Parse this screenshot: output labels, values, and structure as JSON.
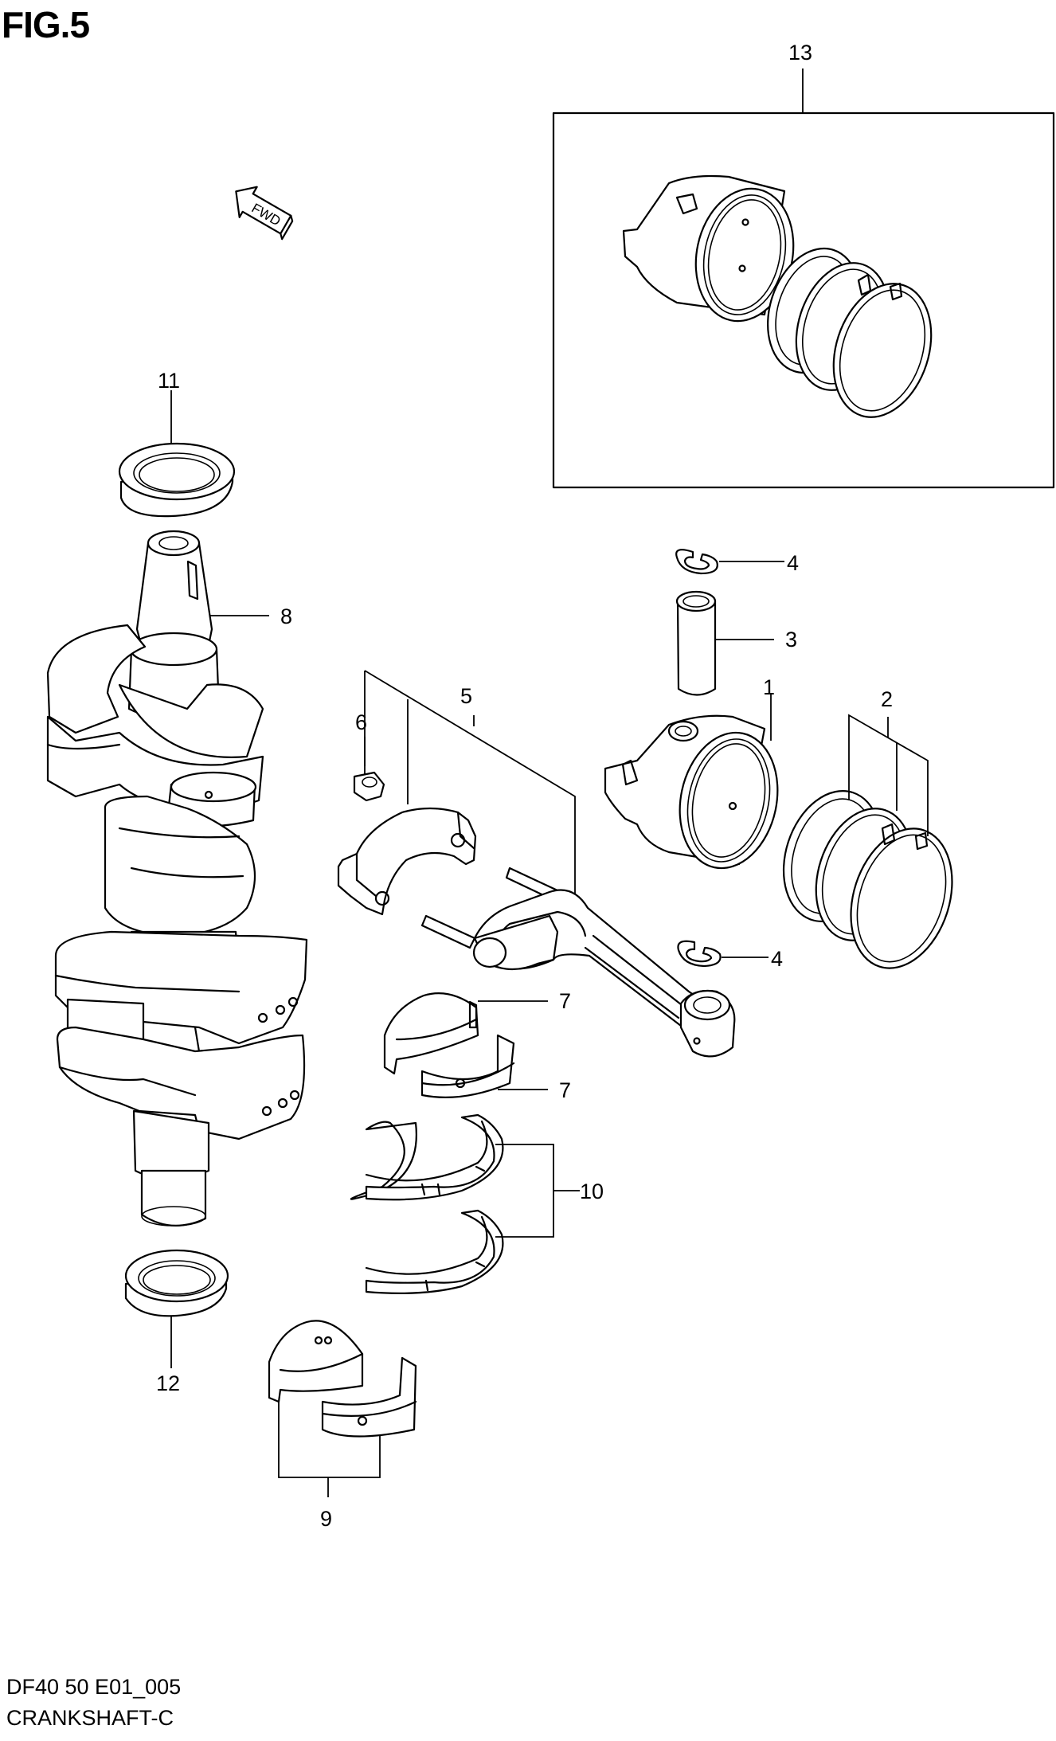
{
  "figure": {
    "title": "FIG.5"
  },
  "footer": {
    "model_code": "DF40 50 E01_005",
    "section_name": "CRANKSHAFT-C"
  },
  "fwd_arrow": {
    "label": "FWD"
  },
  "callouts": {
    "piston": "1",
    "piston_rings": "2",
    "piston_pin": "3",
    "pin_circlip_upper": "4",
    "pin_circlip_lower": "4",
    "conrod": "5",
    "conrod_nut": "6",
    "conrod_bearing_upper": "7",
    "conrod_bearing_lower": "7",
    "crankshaft": "8",
    "main_bearing": "9",
    "thrust_washer": "10",
    "oil_seal_upper": "11",
    "oil_seal_lower": "12",
    "piston_set": "13"
  }
}
